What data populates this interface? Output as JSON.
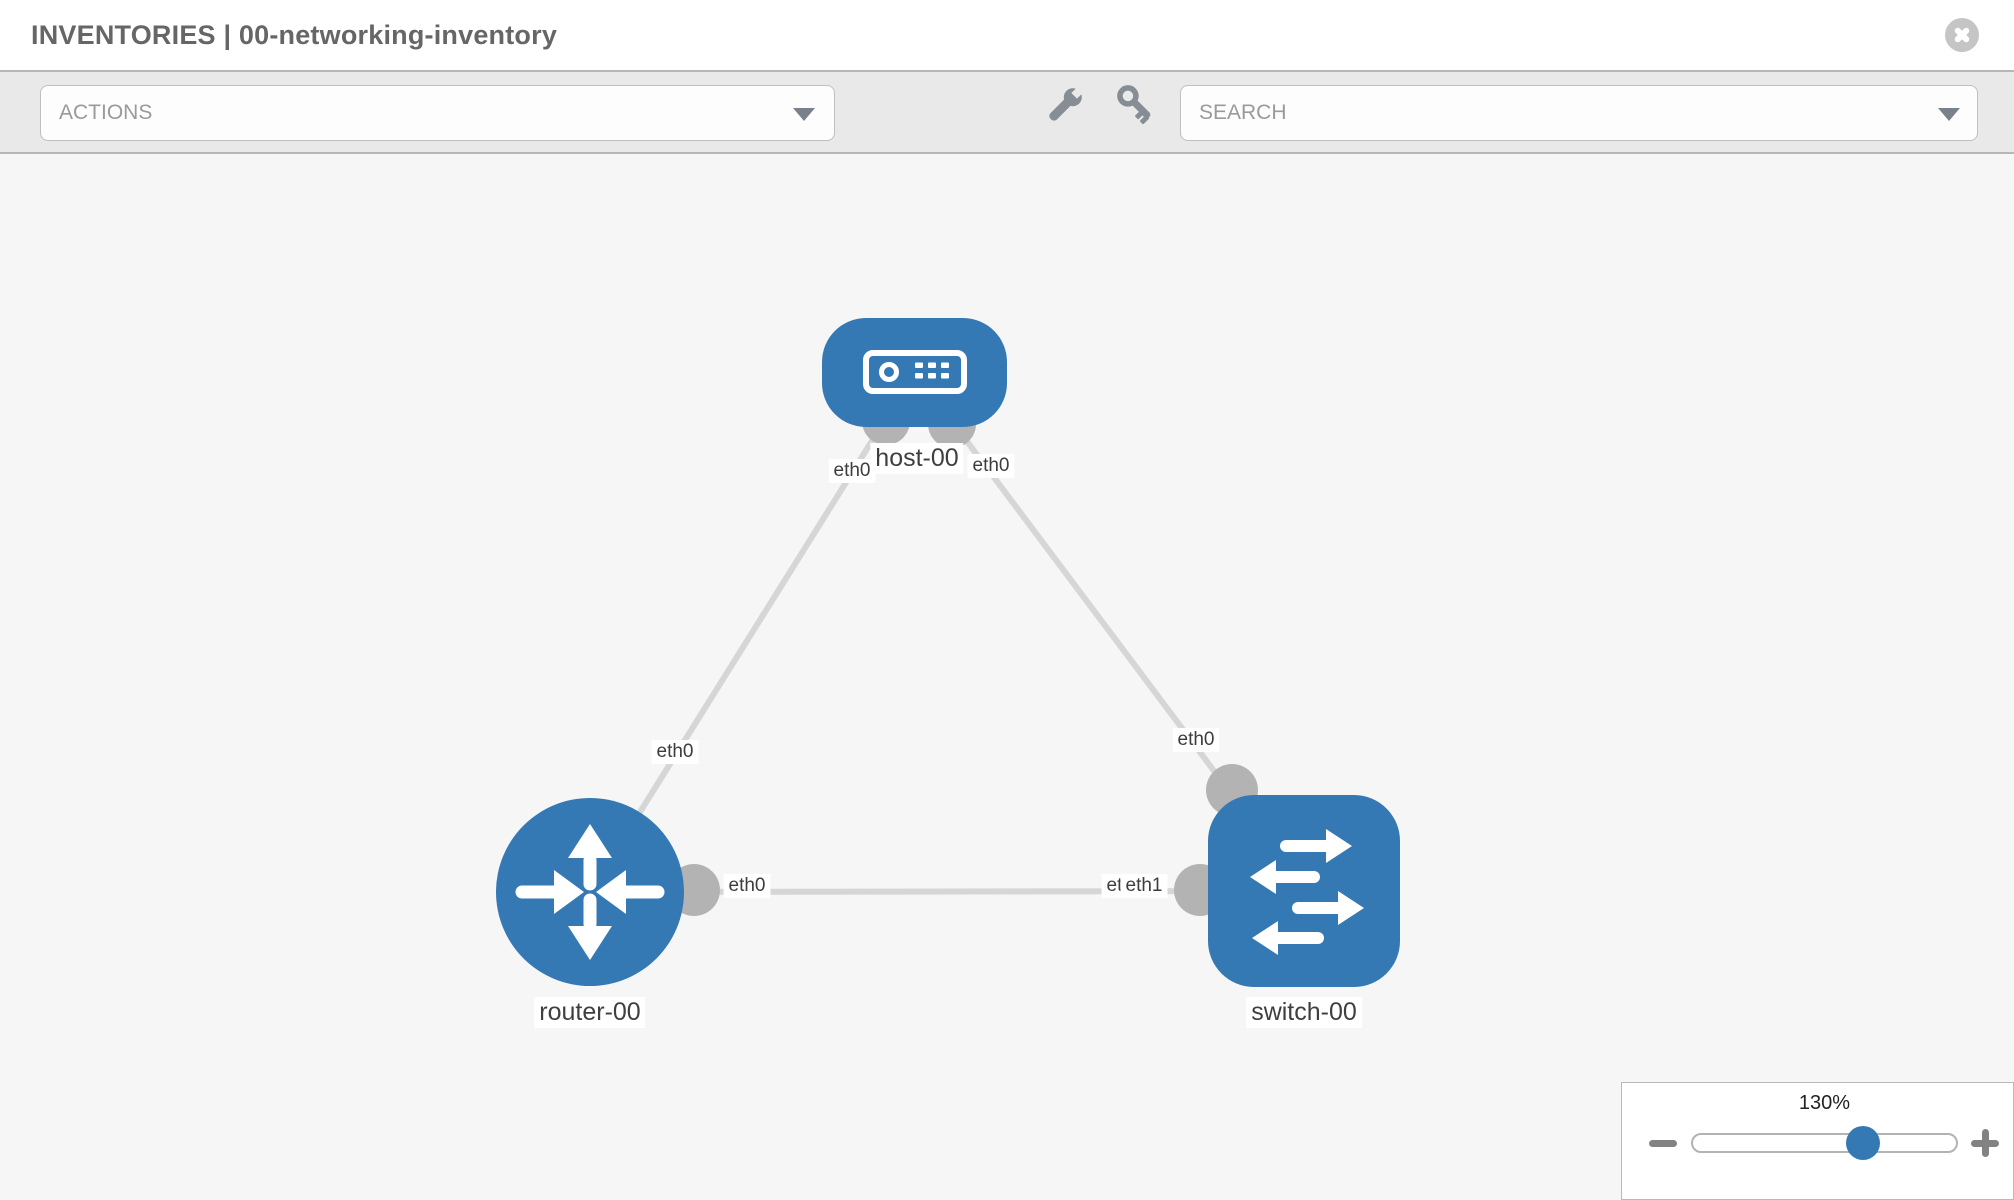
{
  "window": {
    "title": "INVENTORIES | 00-networking-inventory"
  },
  "toolbar": {
    "actions_label": "ACTIONS",
    "search_label": "SEARCH"
  },
  "icons": {
    "close": "x-circle-icon",
    "wrench": "wrench-icon",
    "key": "key-icon",
    "actions_caret": "chevron-down-icon",
    "search_caret": "chevron-down-icon",
    "zoom_out": "minus-icon",
    "zoom_in": "plus-icon"
  },
  "colors": {
    "node_blue": "#3579b4",
    "link_gray": "#d6d6d6",
    "interface_gray": "#b3b3b3",
    "toolbar_bg": "#e9e9e9",
    "canvas_bg": "#f6f6f6"
  },
  "topology": {
    "nodes": [
      {
        "label": "host-00",
        "type": "host"
      },
      {
        "label": "router-00",
        "type": "router"
      },
      {
        "label": "switch-00",
        "type": "switch"
      }
    ],
    "links": [
      {
        "from": "host-00",
        "from_interface": "eth0",
        "to": "router-00",
        "to_interface": "eth0"
      },
      {
        "from": "host-00",
        "from_interface": "eth0",
        "to": "switch-00",
        "to_interface": "eth0"
      },
      {
        "from": "router-00",
        "from_interface": "eth0",
        "to": "switch-00",
        "to_interface": "eth1",
        "overlapped_label": "eth0"
      }
    ]
  },
  "zoom_control": {
    "value": "130%"
  }
}
